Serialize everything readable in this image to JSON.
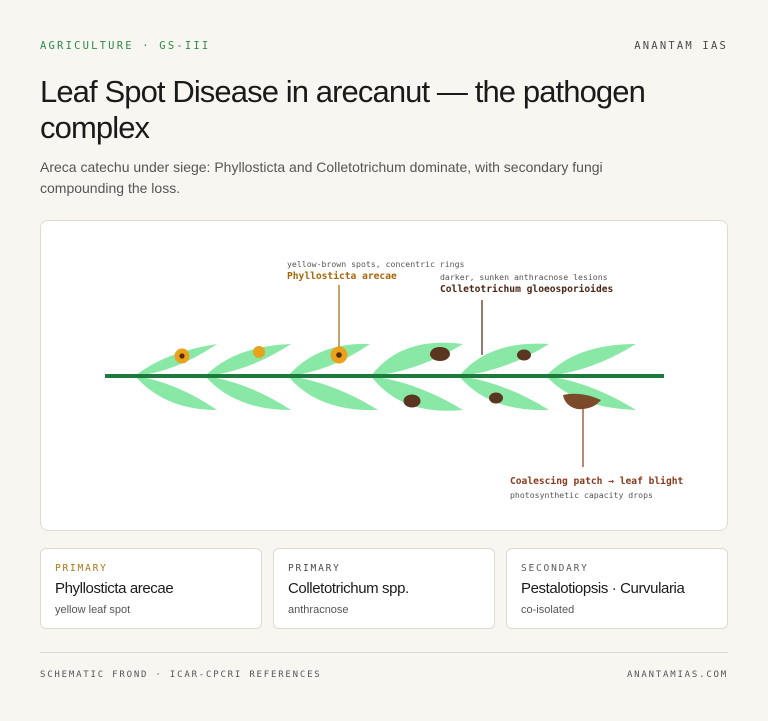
{
  "header": {
    "tag": "AGRICULTURE · GS-III",
    "brand": "ANANTAM IAS",
    "title": "Leaf Spot Disease in arecanut — the pathogen complex",
    "subtitle": "Areca catechu under siege: Phyllosticta and Colletotrichum dominate, with secondary fungi compounding the loss."
  },
  "diagram": {
    "annotations": [
      {
        "note": "yellow-brown spots, concentric rings",
        "label": "Phyllosticta arecae",
        "color": "#a8650a"
      },
      {
        "note": "darker, sunken anthracnose lesions",
        "label": "Colletotrichum gloeosporioides",
        "color": "#4a2513"
      },
      {
        "label": "Coalescing patch → leaf blight",
        "note": "photosynthetic capacity drops",
        "color": "#8a3a1e"
      }
    ],
    "colors": {
      "rachis": "#1c7a3c",
      "leaflet": "#8ae8a6",
      "yellow_spot": "#e8a21b",
      "yellow_spot_core": "#5b2a0b",
      "dark_lesion": "#5a3520",
      "blight_patch": "#7a4a2a"
    }
  },
  "cards": [
    {
      "kind": "PRIMARY",
      "kind_color": "#b07312",
      "name": "Phyllosticta arecae",
      "desc": "yellow leaf spot"
    },
    {
      "kind": "PRIMARY",
      "kind_color": "#4a4a4a",
      "name": "Colletotrichum spp.",
      "desc": "anthracnose"
    },
    {
      "kind": "SECONDARY",
      "kind_color": "#5a5a5a",
      "name": "Pestalotiopsis · Curvularia",
      "desc": "co-isolated"
    }
  ],
  "footer": {
    "left": "SCHEMATIC FROND · ICAR-CPCRI REFERENCES",
    "right": "ANANTAMIAS.COM"
  }
}
